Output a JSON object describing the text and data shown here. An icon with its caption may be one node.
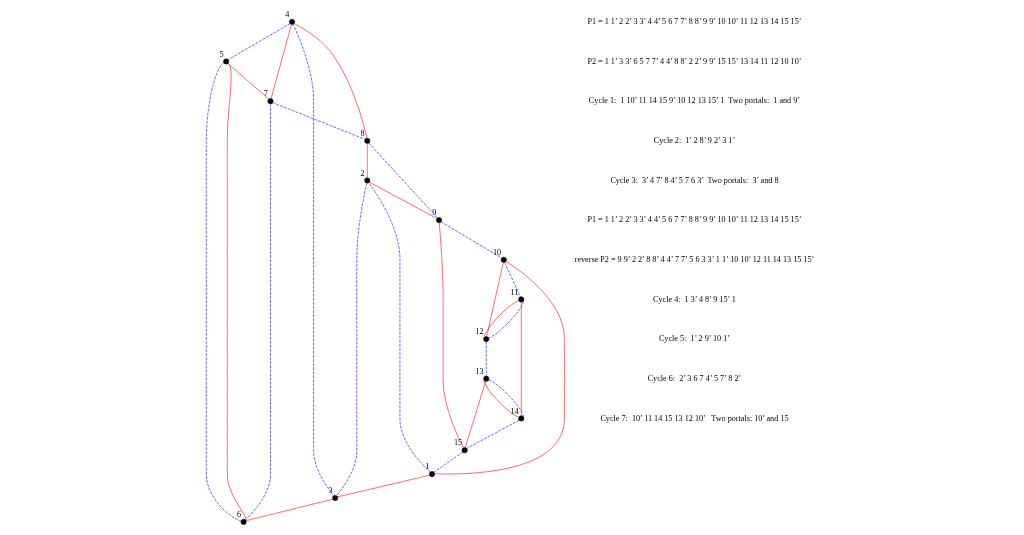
{
  "diagram": {
    "nodes": [
      {
        "text": [],
        "shape": "circle",
        "beside": [
          "4"
        ]
      },
      {
        "text": [],
        "shape": "circle",
        "beside": [
          "7"
        ]
      },
      {
        "text": [],
        "shape": "circle",
        "beside": [
          "5"
        ]
      },
      {
        "text": [],
        "shape": "circle",
        "beside": [
          "3"
        ]
      },
      {
        "text": [],
        "shape": "circle",
        "beside": [
          "8"
        ]
      },
      {
        "text": [],
        "shape": "circle",
        "beside": [
          "6"
        ]
      },
      {
        "text": [],
        "shape": "circle",
        "beside": [
          "2"
        ]
      },
      {
        "text": [],
        "shape": "circle",
        "beside": [
          "10"
        ]
      },
      {
        "text": [],
        "shape": "circle",
        "beside": [
          "12"
        ]
      },
      {
        "text": [],
        "shape": "circle",
        "beside": [
          "11"
        ]
      },
      {
        "text": [],
        "shape": "circle",
        "beside": [
          "1"
        ]
      },
      {
        "text": [],
        "shape": "circle",
        "beside": [
          "9"
        ]
      },
      {
        "text": [],
        "shape": "circle",
        "beside": [
          "13"
        ]
      },
      {
        "text": [],
        "shape": "circle",
        "beside": [
          "14"
        ]
      },
      {
        "text": [],
        "shape": "circle",
        "beside": [
          "15"
        ]
      }
    ],
    "edges": [
      {
        "from": 10,
        "to": 3,
        "arrow": "none",
        "color": "#ff0000"
      },
      {
        "from": 3,
        "to": 5,
        "arrow": "none",
        "color": "#ff0000"
      },
      {
        "from": 5,
        "to": 2,
        "arrow": "none",
        "color": "#ff0000"
      },
      {
        "from": 2,
        "to": 1,
        "arrow": "none",
        "color": "#ff0000"
      },
      {
        "from": 1,
        "to": 0,
        "arrow": "none",
        "color": "#ff0000"
      },
      {
        "from": 0,
        "to": 4,
        "arrow": "none",
        "color": "#ff0000"
      },
      {
        "from": 4,
        "to": 6,
        "arrow": "none",
        "color": "#ff0000"
      },
      {
        "from": 6,
        "to": 11,
        "arrow": "none",
        "color": "#ff0000"
      },
      {
        "from": 11,
        "to": 14,
        "arrow": "none",
        "color": "#ff0000"
      },
      {
        "from": 14,
        "to": 12,
        "arrow": "none",
        "color": "#ff0000"
      },
      {
        "from": 12,
        "to": 13,
        "arrow": "none",
        "color": "#ff0000"
      },
      {
        "from": 13,
        "to": 9,
        "arrow": "none",
        "color": "#ff0000"
      },
      {
        "from": 9,
        "to": 8,
        "arrow": "none",
        "color": "#ff0000"
      },
      {
        "from": 8,
        "to": 7,
        "arrow": "none",
        "color": "#ff0000"
      },
      {
        "from": 7,
        "to": 10,
        "arrow": "none",
        "color": "#ff0000"
      },
      {
        "from": 10,
        "to": 6,
        "arrow": "none",
        "style": "dashed",
        "color": "#0000ff"
      },
      {
        "from": 6,
        "to": 3,
        "arrow": "none",
        "style": "dashed",
        "color": "#0000ff"
      },
      {
        "from": 3,
        "to": 0,
        "arrow": "none",
        "style": "dashed",
        "color": "#0000ff"
      },
      {
        "from": 0,
        "to": 2,
        "arrow": "none",
        "style": "dashed",
        "color": "#0000ff"
      },
      {
        "from": 2,
        "to": 5,
        "arrow": "none",
        "style": "dashed",
        "color": "#0000ff"
      },
      {
        "from": 5,
        "to": 1,
        "arrow": "none",
        "style": "dashed",
        "color": "#0000ff"
      },
      {
        "from": 1,
        "to": 4,
        "arrow": "none",
        "style": "dashed",
        "color": "#0000ff"
      },
      {
        "from": 4,
        "to": 11,
        "arrow": "none",
        "style": "dashed",
        "color": "#0000ff"
      },
      {
        "from": 11,
        "to": 7,
        "arrow": "none",
        "style": "dashed",
        "color": "#0000ff"
      },
      {
        "from": 7,
        "to": 9,
        "arrow": "none",
        "style": "dashed",
        "color": "#0000ff"
      },
      {
        "from": 9,
        "to": 8,
        "arrow": "none",
        "style": "dashed",
        "color": "#0000ff"
      },
      {
        "from": 8,
        "to": 12,
        "arrow": "none",
        "style": "dashed",
        "color": "#0000ff"
      },
      {
        "from": 12,
        "to": 13,
        "arrow": "none",
        "style": "dashed",
        "color": "#0000ff"
      },
      {
        "from": 13,
        "to": 14,
        "arrow": "none",
        "style": "dashed",
        "color": "#0000ff"
      },
      {
        "from": 14,
        "to": 10,
        "arrow": "none",
        "style": "dashed",
        "color": "#0000ff"
      }
    ],
    "labels": [
      "P1 = 1 1’ 2 2’ 3 3’ 4 4’ 5 6 7 7’ 8 8’ 9 9’ 10 10’ 11 12 13 14 15 15’",
      "P2 = 1 1’ 3 3’ 6 5 7 7’ 4 4’ 8 8’ 2 2’ 9 9’ 15 15’ 13 14 11 12 10 10’",
      "Cycle 1:  1 10’ 11 14 15 9’ 10 12 13 15’ 1  Two portals:  1 and 9’",
      "Cycle 2:  1’ 2 8’ 9 2’ 3 1’",
      "Cycle 3:  3’ 4 7’ 8 4’ 5 7 6 3’  Two portals:  3’ and 8",
      "P1 = 1 1’ 2 2’ 3 3’ 4 4’ 5 6 7 7’ 8 8’ 9 9’ 10 10’ 11 12 13 14 15 15’",
      "reverse P2 = 9 9’ 2 2’ 8 8’ 4 4’ 7 7’ 5 6 3 3’ 1 1’ 10 10’ 12 11 14 13 15 15’",
      "Cycle 4:  1 3’ 4 8’ 9 15’ 1",
      "Cycle 5:  1’ 2 9’ 10 1’",
      "Cycle 6:  2’ 3 6 7 4’ 5 7’ 8 2’",
      "Cycle 7:  10’ 11 14 15 13 12 10’   Two portals: 10’ and 15"
    ]
  }
}
